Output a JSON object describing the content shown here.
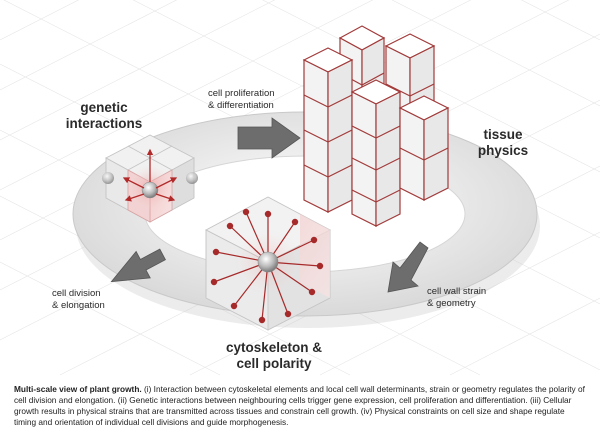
{
  "nodes": {
    "genetic": {
      "line1": "genetic",
      "line2": "interactions"
    },
    "tissue": {
      "line1": "tissue",
      "line2": "physics"
    },
    "cytoskeleton": {
      "line1": "cytoskeleton &",
      "line2": "cell polarity"
    }
  },
  "edges": {
    "proliferation": {
      "line1": "cell proliferation",
      "line2": "& differentiation"
    },
    "strain": {
      "line1": "cell wall strain",
      "line2": "& geometry"
    },
    "division": {
      "line1": "cell division",
      "line2": "& elongation"
    }
  },
  "caption": {
    "title": "Multi-scale view of plant growth.",
    "body": " (i) Interaction between cytoskeletal elements and local cell wall determinants, strain or geometry regulates the polarity of cell division and elongation. (ii) Genetic interactions between neighbouring cells trigger gene expression, cell proliferation and differentiation. (iii) Cellular growth results in physical strains that are transmitted across tissues and constrain cell growth. (iv) Physical constraints on cell size and shape regulate timing and orientation of individual cell divisions and guide morphogenesis."
  },
  "colors": {
    "accent_red": "#b22a2a",
    "ring_gray": "#e6e6e6",
    "arrow_gray": "#6e6e6e",
    "grid_line": "#e3e3e3"
  }
}
